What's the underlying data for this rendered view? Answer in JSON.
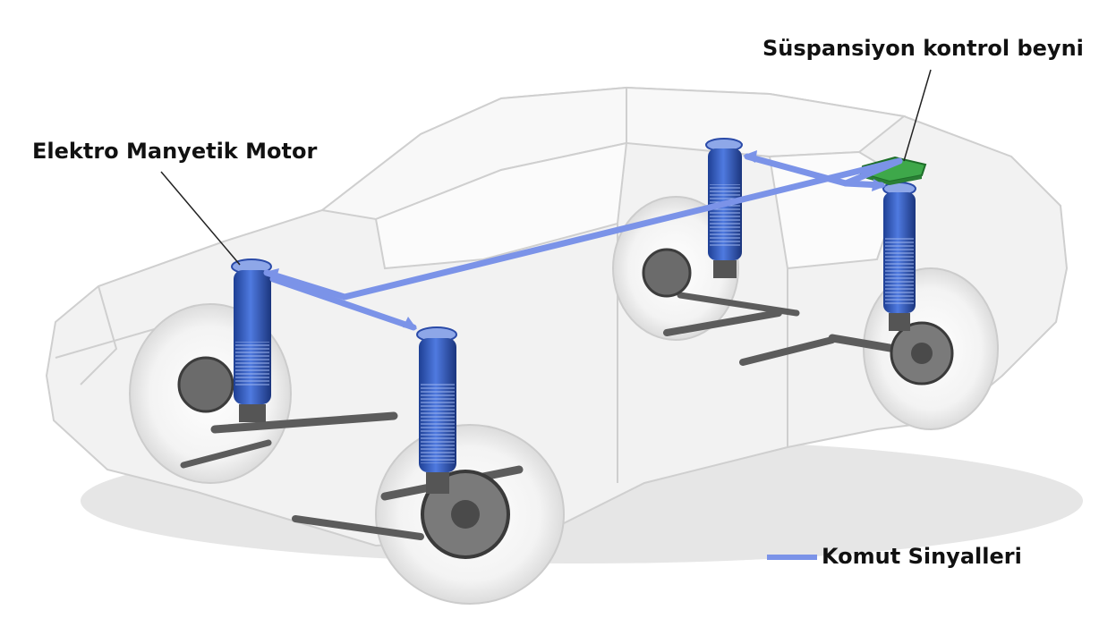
{
  "labels": {
    "electromagnetic_motor": "Elektro Manyetik Motor",
    "suspension_control_unit": "Süspansiyon kontrol beyni",
    "command_signals": "Komut Sinyalleri"
  },
  "colors": {
    "signal_line": "#7b93e8",
    "strut_blue": "#2e56b8",
    "control_unit_green": "#3ea84a",
    "car_body": "#d9d9d9",
    "wheel_white": "#f6f6f6",
    "mechanism_grey": "#5c5c5c"
  },
  "icons": [
    "strut-icon",
    "control-unit-icon",
    "brake-disc-icon"
  ]
}
